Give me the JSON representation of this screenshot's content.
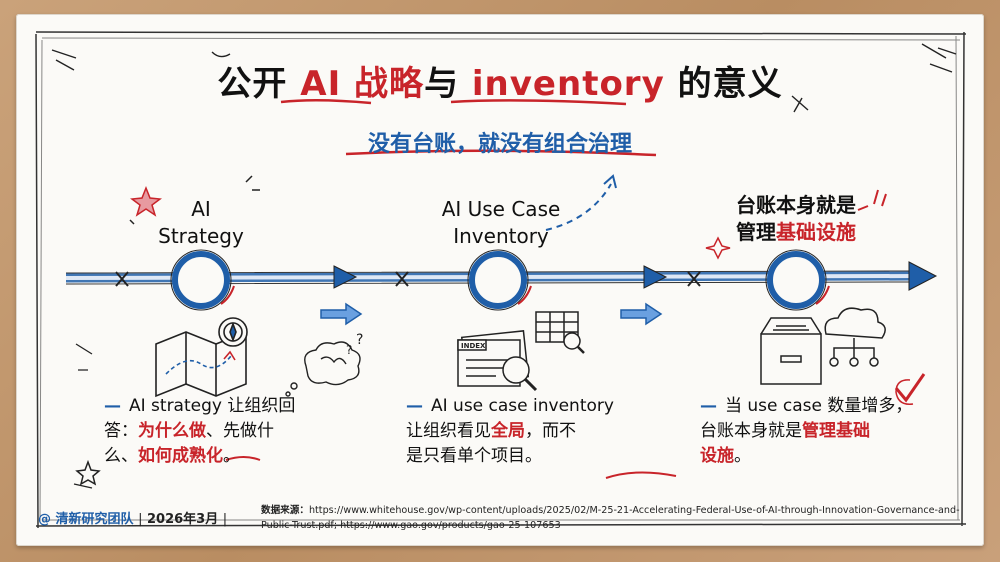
{
  "title": {
    "prefix": "公开",
    "highlight1": "AI 战略",
    "middle": "与",
    "highlight2": "inventory",
    "suffix": "的意义"
  },
  "subtitle": "没有台账，就没有组合治理",
  "nodes": [
    {
      "label_line1": "AI",
      "label_line2": "Strategy"
    },
    {
      "label_line1": "AI Use Case",
      "label_line2": "Inventory"
    },
    {
      "label_line1": "台账本身就是",
      "label_line2_plain": "管理",
      "label_line2_red": "基础设施"
    }
  ],
  "bullets": [
    {
      "line1": "AI strategy 让组织回",
      "line2_plain": "答：",
      "line2_red": "为什么做",
      "line2_tail": "、先做什",
      "line3_plain": "么、",
      "line3_red": "如何成熟化",
      "line3_tail": "。"
    },
    {
      "line1": "AI use case inventory",
      "line2_plain": "让组织看见",
      "line2_red": "全局",
      "line2_tail": "，而不",
      "line3": "是只看单个项目。"
    },
    {
      "line1": "当 use case 数量增多，",
      "line2_plain": "台账本身就是",
      "line2_red": "管理基础",
      "line3_red": "设施",
      "line3_tail": "。"
    }
  ],
  "icons": [
    "map-compass-icon",
    "brain-thought-icon",
    "index-cards-magnifier-icon",
    "file-cabinet-icon",
    "cloud-network-icon",
    "check-icon",
    "star-icon"
  ],
  "footer": {
    "team": "@ 清新研究团队",
    "sep": "|",
    "date": "2026年3月",
    "source_label": "数据来源：",
    "source_text": "https://www.whitehouse.gov/wp-content/uploads/2025/02/M-25-21-Accelerating-Federal-Use-of-AI-through-Innovation-Governance-and-Public-Trust.pdf; https://www.gao.gov/products/gao-25-107653"
  },
  "colors": {
    "blue": "#1f5ea8",
    "red": "#c8242a",
    "ink": "#111111"
  }
}
